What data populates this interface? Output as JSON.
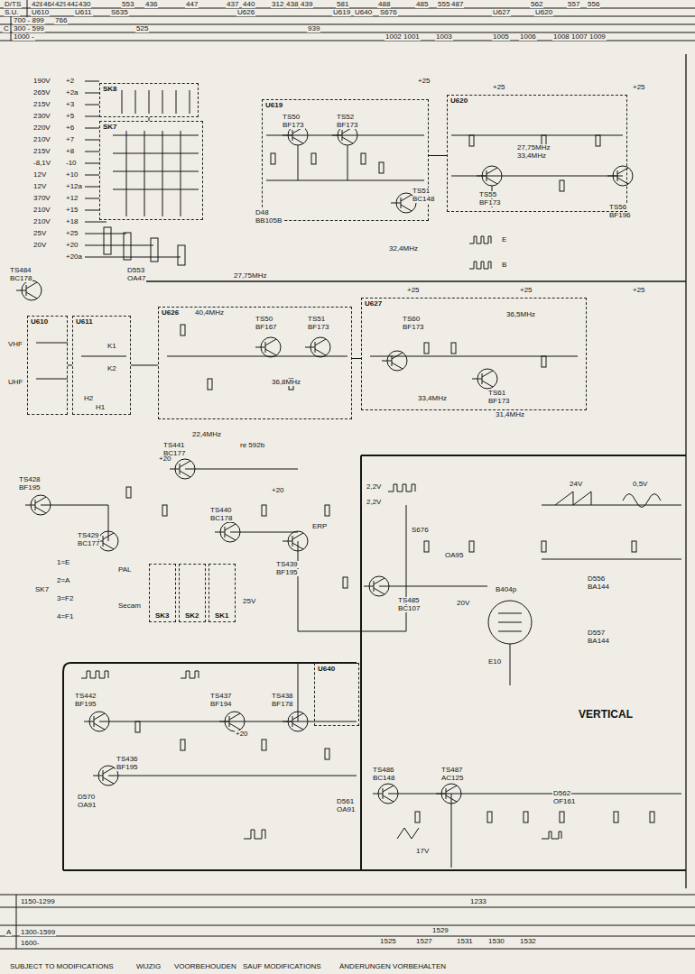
{
  "diagram": {
    "nodes": [
      {
        "text": [
          "SK8"
        ]
      },
      {
        "text": [
          "SK7"
        ]
      },
      {
        "text": [
          "U619"
        ]
      },
      {
        "text": [
          "U620"
        ]
      },
      {
        "text": [
          "U610"
        ]
      },
      {
        "text": [
          "U611"
        ]
      },
      {
        "text": [
          "U626"
        ]
      },
      {
        "text": [
          "U627"
        ]
      },
      {
        "text": [
          "SK3"
        ]
      },
      {
        "text": [
          "SK2"
        ]
      },
      {
        "text": [
          "SK1"
        ]
      },
      {
        "text": [
          "U640"
        ]
      }
    ],
    "edges": [
      {
        "from": 4,
        "to": 5,
        "arrow": "none"
      },
      {
        "from": 5,
        "to": 6,
        "arrow": "none"
      },
      {
        "from": 6,
        "to": 7,
        "arrow": "none"
      },
      {
        "from": 2,
        "to": 3,
        "arrow": "none"
      },
      {
        "from": 0,
        "to": 1,
        "arrow": "none"
      }
    ],
    "labels": [
      "D/TS",
      "S.U.",
      "C",
      "700 - 899",
      "300 - 599",
      "1000 -",
      "428",
      "464",
      "429",
      "442",
      "430",
      "553",
      "436",
      "447",
      "437",
      "440",
      "312",
      "438",
      "439",
      "581",
      "488",
      "485",
      "555",
      "487",
      "562",
      "557",
      "556",
      "U610",
      "U611",
      "S635",
      "U626",
      "U619",
      "U640",
      "S676",
      "U627",
      "U620",
      "766",
      "525",
      "939",
      "1002",
      "1001",
      "1003",
      "1005",
      "1006",
      "1008",
      "1007",
      "1009",
      "190V",
      "+2",
      "265V",
      "+2a",
      "215V",
      "+3",
      "230V",
      "+5",
      "220V",
      "+6",
      "210V",
      "+7",
      "215V",
      "+8",
      "-8,1V",
      "-10",
      "12V",
      "+10",
      "12V",
      "+12a",
      "370V",
      "+12",
      "210V",
      "+15",
      "210V",
      "+18",
      "25V",
      "+25",
      "20V",
      "+20",
      "+20a",
      "TS484",
      "BC178",
      "D553",
      "OA47",
      "TS50",
      "BF173",
      "TS52",
      "BF173",
      "TS51",
      "BC148",
      "TS55",
      "BF173",
      "TS56",
      "BF196",
      "D48",
      "BB105B",
      "27,75MHz",
      "32,4MHz",
      "27,75MHz",
      "33,4MHz",
      "TS50",
      "BF167",
      "TS51",
      "BF173",
      "40,4MHz",
      "36,8MHz",
      "TS60",
      "BF173",
      "36,5MHz",
      "33,4MHz",
      "TS61",
      "BF173",
      "31,4MHz",
      "VHF",
      "UHF",
      "K1",
      "K2",
      "H2",
      "H1",
      "TS428",
      "BF195",
      "TS429",
      "BC177",
      "TS441",
      "BC177",
      "22,4MHz",
      "re 592b",
      "TS440",
      "BC178",
      "TS439",
      "BF195",
      "ERP",
      "S676",
      "OA95",
      "TS485",
      "BC107",
      "B404p",
      "E10",
      "2,2V",
      "2,2V",
      "24V",
      "0,5V",
      "D556",
      "BA144",
      "D557",
      "BA144",
      "20V",
      "25V",
      "PAL",
      "Secam",
      "SK7",
      "1=E",
      "2=A",
      "3=F2",
      "4=F1",
      "TS442",
      "BF195",
      "TS437",
      "BF194",
      "TS438",
      "BF178",
      "TS436",
      "BF195",
      "D570",
      "OA91",
      "TS486",
      "BC148",
      "TS487",
      "AC125",
      "D561",
      "OA91",
      "D562",
      "OF161",
      "VERTICAL",
      "17V",
      "1150-1299",
      "1300-1599",
      "1600-",
      "A",
      "1233",
      "1529",
      "1525",
      "1527",
      "1531",
      "1530",
      "1532",
      "SUBJECT TO MODIFICATIONS",
      "WIJZIG",
      "VOORBEHOUDEN",
      "SAUF MODIFICATIONS",
      "ÄNDERUNGEN VORBEHALTEN",
      "E",
      "B",
      "+25",
      "+25",
      "+25",
      "+25",
      "+25",
      "+25",
      "+20",
      "+20",
      "+20"
    ]
  }
}
